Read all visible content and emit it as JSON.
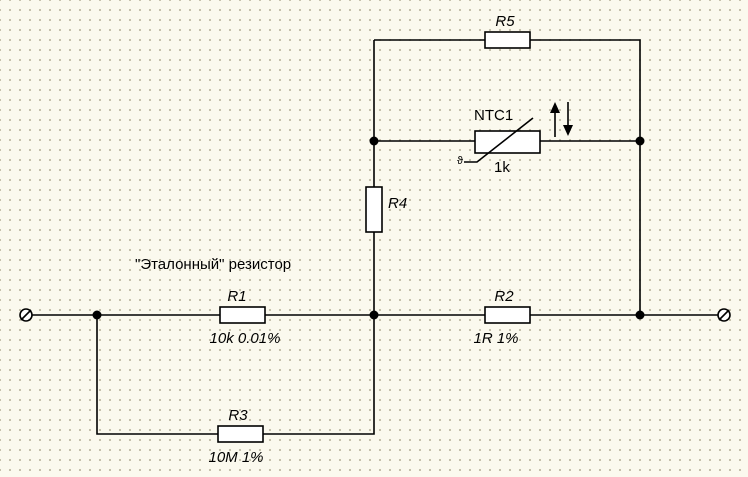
{
  "components": {
    "r1": {
      "ref": "R1",
      "value": "10k 0.01%"
    },
    "r2": {
      "ref": "R2",
      "value": "1R 1%"
    },
    "r3": {
      "ref": "R3",
      "value": "10M 1%"
    },
    "r4": {
      "ref": "R4"
    },
    "r5": {
      "ref": "R5"
    },
    "ntc1": {
      "ref": "NTC1",
      "value": "1k"
    }
  },
  "annotation": "\"Эталонный\" резистор"
}
